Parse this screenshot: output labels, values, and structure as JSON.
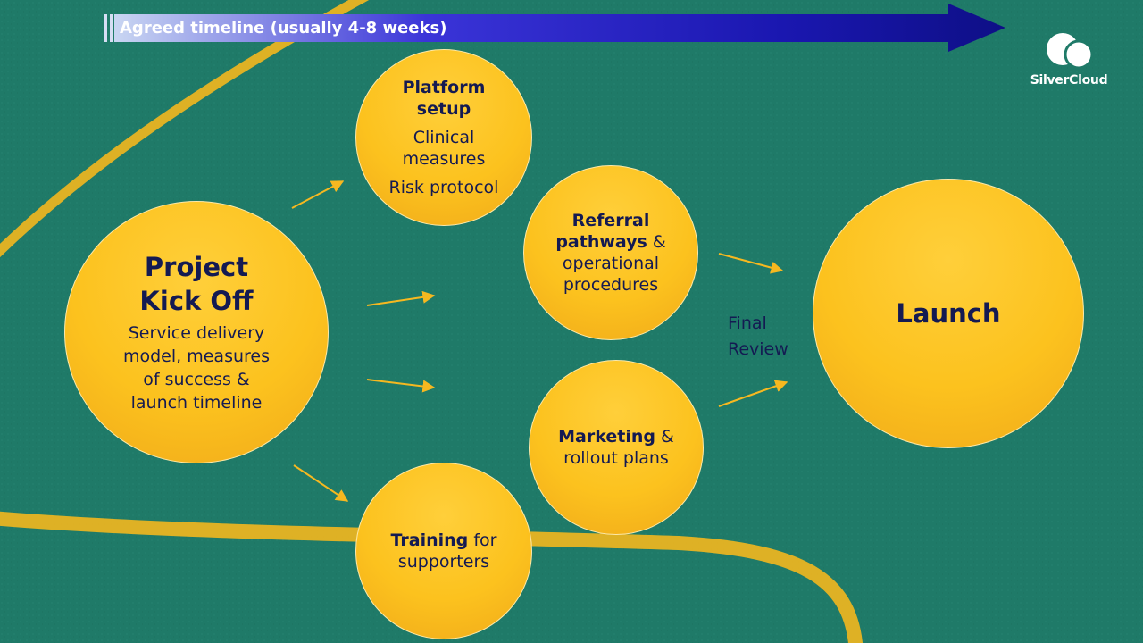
{
  "timeline": {
    "label": "Agreed timeline (usually 4-8 weeks)"
  },
  "brand": {
    "name": "SilverCloud"
  },
  "nodes": {
    "platform": {
      "title_line1": "Platform",
      "title_line2": "setup",
      "item1_line1": "Clinical",
      "item1_line2": "measures",
      "item2": "Risk protocol"
    },
    "kickoff": {
      "title_line1": "Project",
      "title_line2": "Kick Off",
      "desc_line1": "Service delivery",
      "desc_line2": "model, measures",
      "desc_line3": "of success &",
      "desc_line4": "launch timeline"
    },
    "referral": {
      "bold_line1": "Referral",
      "bold_line2": "pathways",
      "rest_line2": " &",
      "line3": "operational",
      "line4": "procedures"
    },
    "marketing": {
      "bold": "Marketing",
      "rest": " &",
      "line2": "rollout plans"
    },
    "training": {
      "bold": "Training",
      "rest": " for",
      "line2": "supporters"
    },
    "final_review": {
      "line1": "Final",
      "line2": "Review"
    },
    "launch": {
      "title": "Launch"
    }
  },
  "colors": {
    "background": "#1f7a68",
    "circle_fill": "#fcc21e",
    "text_dark": "#141a52",
    "arrow": "#f6b820",
    "timeline_start": "#c9d6f2",
    "timeline_mid": "#3a34d8",
    "timeline_end": "#0e0f86",
    "path_stroke": "#efb51f"
  }
}
